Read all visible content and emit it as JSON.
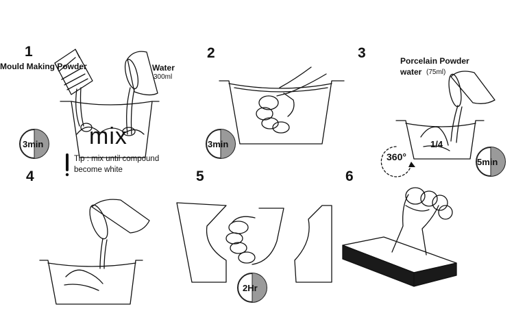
{
  "steps": [
    {
      "number": "1",
      "labels": [
        "Mould Making Powder",
        "Water",
        "300ml"
      ],
      "mix_text": "mix",
      "timer": "3min"
    },
    {
      "number": "2",
      "timer": "3min"
    },
    {
      "number": "3",
      "labels": [
        "Porcelain Powder",
        "water",
        "(75ml)"
      ],
      "fraction": "1/4",
      "rotation": "360°",
      "timer": "5min"
    },
    {
      "number": "4"
    },
    {
      "number": "5",
      "timer": "2Hr"
    },
    {
      "number": "6"
    }
  ],
  "tip": {
    "mark": "!",
    "line1": "Tip : mix until compound",
    "line2": "become white"
  },
  "colors": {
    "ink": "#111111",
    "timer_fill": "#9a9a9a",
    "base": "#1a1a1a"
  }
}
